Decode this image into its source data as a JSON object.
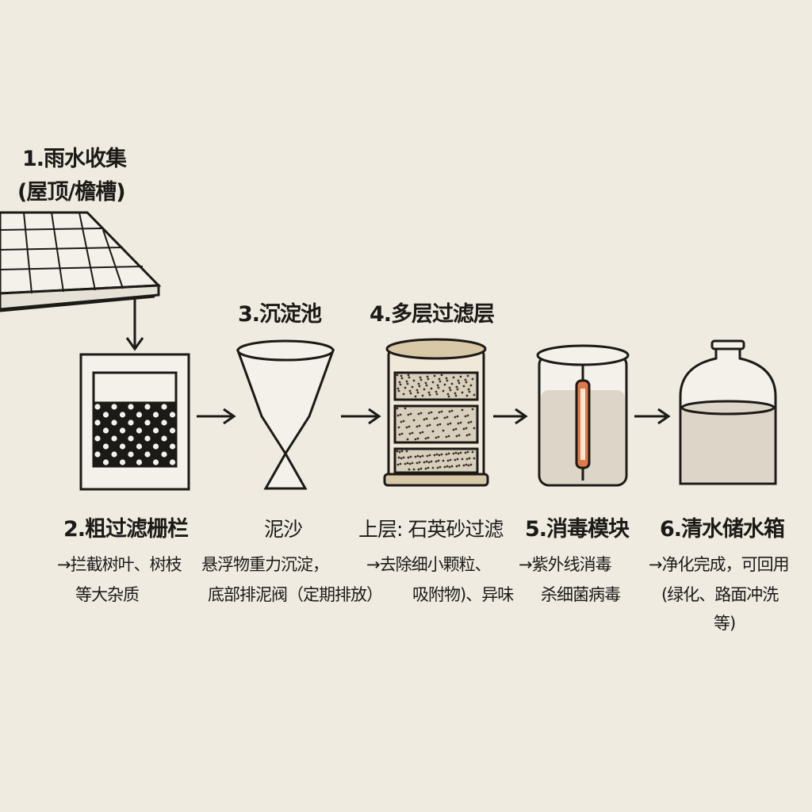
{
  "steps": {
    "s1": {
      "title": "1.雨水收集",
      "subtitle": "(屋顶/檐槽)"
    },
    "s2": {
      "title": "2.粗过滤栅栏",
      "desc1": "→拦截树叶、树枝",
      "desc2": "等大杂质"
    },
    "s3": {
      "title": "3.沉淀池",
      "label": "泥沙",
      "desc1": "悬浮物重力沉淀，",
      "desc2": "底部排泥阀（定期排放）"
    },
    "s4": {
      "title": "4.多层过滤层",
      "label": "上层: 石英砂过滤",
      "desc1": "→去除细小颗粒、",
      "desc2": "吸附物)、异味"
    },
    "s5": {
      "title": "5.消毒模块",
      "desc1": "→紫外线消毒",
      "desc2": "杀细菌病毒"
    },
    "s6": {
      "title": "6.清水储水箱",
      "desc1": "→净化完成，可回用",
      "desc2": "(绿化、路面冲洗",
      "desc3": "等)"
    }
  },
  "colors": {
    "background": "#efebe1",
    "ink": "#1c1a17",
    "sand": "#d8c8a8",
    "water": "#ddd6c8",
    "uv": "#e07a4a"
  }
}
